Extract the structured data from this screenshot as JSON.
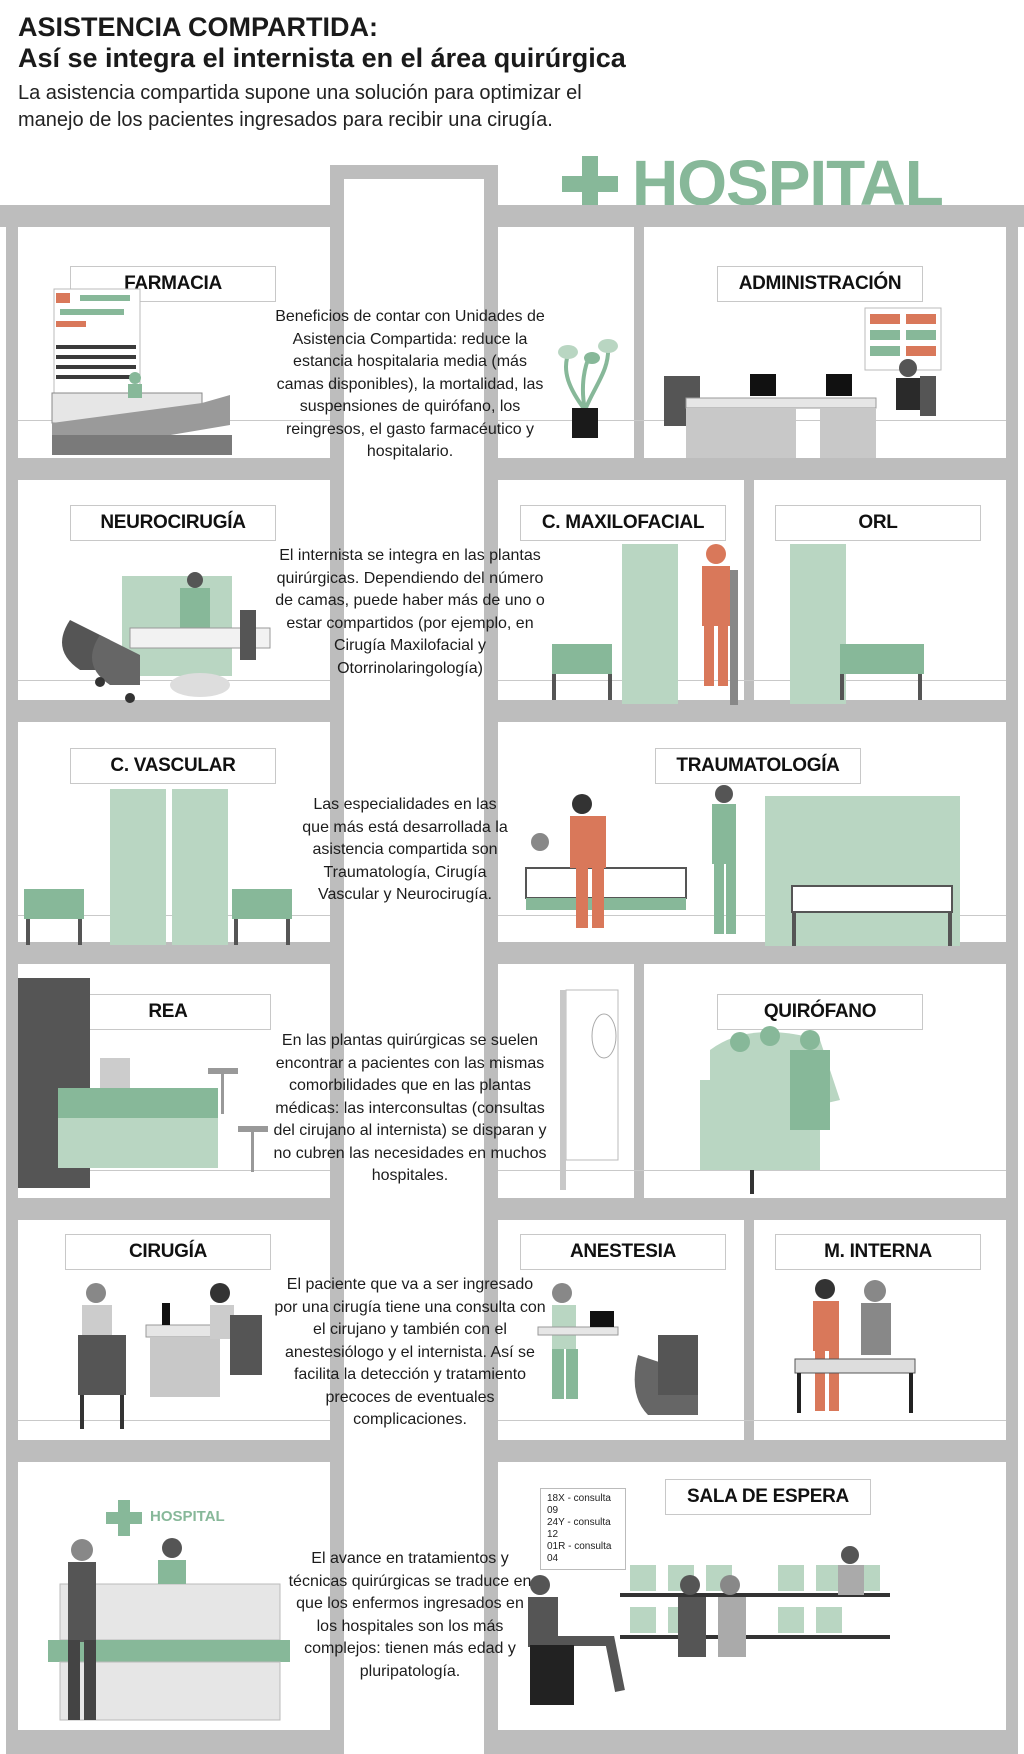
{
  "header": {
    "title": "ASISTENCIA COMPARTIDA:\nAsí se integra el internista en el área quirúrgica",
    "title_line1": "ASISTENCIA COMPARTIDA:",
    "title_line2": "Así se integra el internista en el área quirúrgica",
    "subtitle": "La asistencia compartida supone una solución para optimizar el manejo de los pacientes ingresados para recibir una cirugía."
  },
  "logo": {
    "text": "HOSPITAL",
    "icon": "plus-icon",
    "color": "#87b899"
  },
  "colors": {
    "green": "#87b899",
    "light_green": "#b9d6c2",
    "orange": "#d9785a",
    "dark_gray": "#4a4a4a",
    "wall_gray": "#bdbdbd"
  },
  "rooms": {
    "farmacia": "FARMACIA",
    "administracion": "ADMINISTRACIÓN",
    "neurocirugia": "NEUROCIRUGÍA",
    "maxilofacial": "C. MAXILOFACIAL",
    "orl": "ORL",
    "vascular": "C. VASCULAR",
    "traumatologia": "TRAUMATOLOGÍA",
    "rea": "REA",
    "quirofano": "QUIRÓFANO",
    "cirugia": "CIRUGÍA",
    "anestesia": "ANESTESIA",
    "m_interna": "M. INTERNA",
    "sala_espera": "SALA DE ESPERA"
  },
  "info": {
    "block1": "Beneficios de contar con Unidades de Asistencia Compartida: reduce la estancia hospitalaria media (más camas disponibles), la mortalidad, las suspensiones de quirófano, los reingresos, el gasto farmacéutico y hospitalario.",
    "block2": "El internista se integra en las plantas quirúrgicas. Dependiendo del número de camas, puede haber más de uno o estar compartidos (por ejemplo, en Cirugía Maxilofacial y Otorrinolaringología)",
    "block3": "Las especialidades en las que más está desarrollada la asistencia compartida son Traumatología, Cirugía Vascular y Neurocirugía.",
    "block4": "En las plantas quirúrgicas se suelen encontrar a pacientes con las mismas comorbilidades que en las plantas médicas: las interconsultas (consultas del cirujano al internista) se disparan y no cubren las necesidades en muchos hospitales.",
    "block5": "El paciente que va a ser ingresado por una cirugía tiene una consulta con el cirujano y también con el anestesiólogo y el internista. Así se facilita la detección y tratamiento precoces de eventuales complicaciones.",
    "block6": "El avance en tratamientos y técnicas quirúrgicas se traduce en que los enfermos ingresados en los hospitales son los más complejos: tienen más edad y pluripatología."
  },
  "waiting_sign": {
    "lines": [
      "18X - consulta 09",
      "24Y - consulta 12",
      "01R - consulta 04"
    ]
  },
  "reception_sign": {
    "text": "HOSPITAL"
  }
}
